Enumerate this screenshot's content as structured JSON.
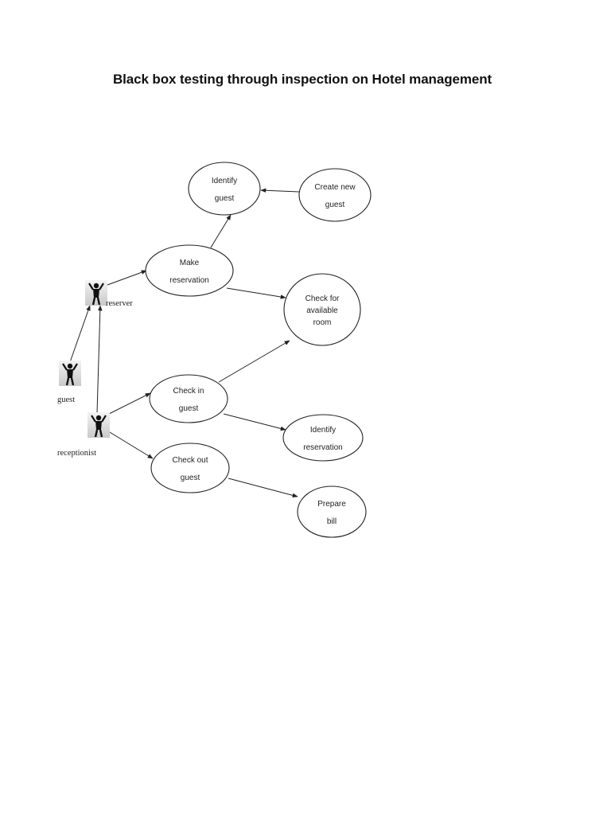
{
  "title": "Black box testing through inspection on Hotel management",
  "actors": [
    {
      "id": "reserver",
      "label": "reserver"
    },
    {
      "id": "guest",
      "label": "guest"
    },
    {
      "id": "receptionist",
      "label": "receptionist"
    }
  ],
  "use_cases": [
    {
      "id": "identify-guest",
      "lines": [
        "Identify",
        "guest"
      ]
    },
    {
      "id": "create-new-guest",
      "lines": [
        "Create new",
        "guest"
      ]
    },
    {
      "id": "make-reservation",
      "lines": [
        "Make",
        "reservation"
      ]
    },
    {
      "id": "check-available-room",
      "lines": [
        "Check for",
        "available",
        "room"
      ]
    },
    {
      "id": "check-in-guest",
      "lines": [
        "Check in",
        "guest"
      ]
    },
    {
      "id": "identify-reservation",
      "lines": [
        "Identify",
        "reservation"
      ]
    },
    {
      "id": "check-out-guest",
      "lines": [
        "Check out",
        "guest"
      ]
    },
    {
      "id": "prepare-bill",
      "lines": [
        "Prepare",
        "bill"
      ]
    }
  ],
  "relations": [
    {
      "from": "create-new-guest",
      "to": "identify-guest"
    },
    {
      "from": "make-reservation",
      "to": "identify-guest"
    },
    {
      "from": "reserver",
      "to": "make-reservation"
    },
    {
      "from": "make-reservation",
      "to": "check-available-room"
    },
    {
      "from": "guest",
      "to": "reserver"
    },
    {
      "from": "receptionist",
      "to": "reserver"
    },
    {
      "from": "receptionist",
      "to": "check-in-guest"
    },
    {
      "from": "check-in-guest",
      "to": "check-available-room"
    },
    {
      "from": "check-in-guest",
      "to": "identify-reservation"
    },
    {
      "from": "receptionist",
      "to": "check-out-guest"
    },
    {
      "from": "check-out-guest",
      "to": "prepare-bill"
    }
  ]
}
